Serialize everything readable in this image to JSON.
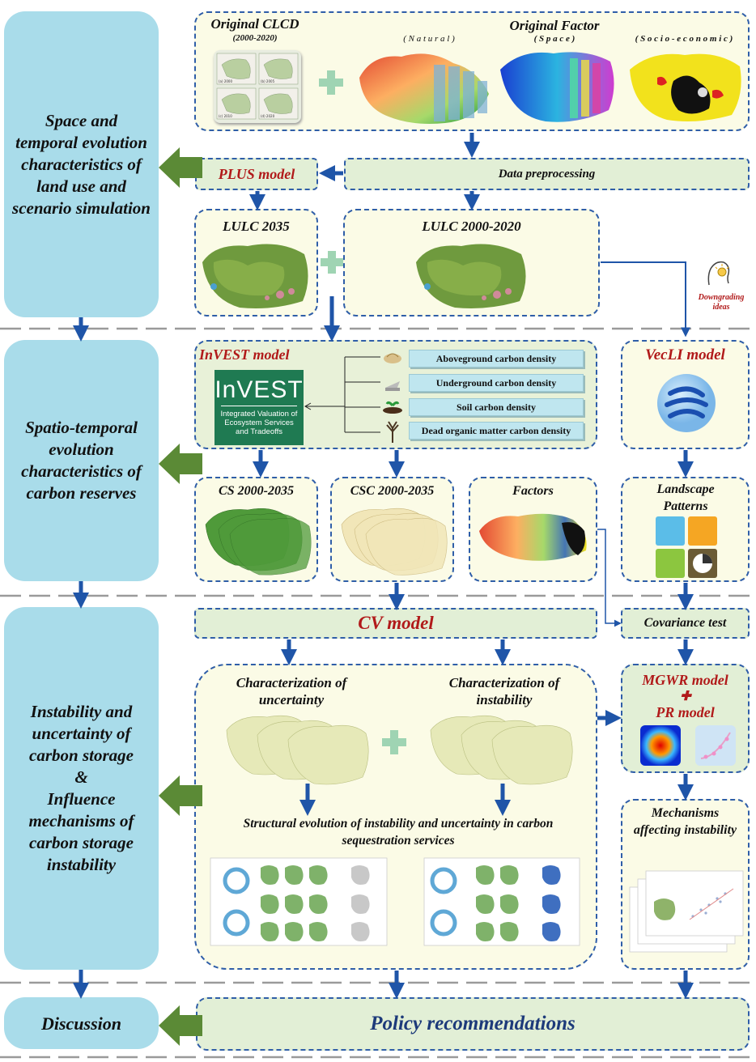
{
  "side_labels": {
    "row1": "Space and temporal evolution characteristics of land use and scenario simulation",
    "row2": "Spatio-temporal evolution characteristics of carbon reserves",
    "row3_line1": "Instability and uncertainty of carbon storage",
    "row3_amp": "&",
    "row3_line2": "Influence mechanisms of carbon storage instability",
    "row4": "Discussion"
  },
  "top": {
    "clcd_title": "Original CLCD",
    "clcd_years": "(2000-2020)",
    "factor_title": "Original Factor",
    "natural": "( N a t u r a l )",
    "space": "( S p a c e )",
    "socio": "( S o c i o - e c o n o m i c )",
    "clcd_tile_labels": [
      "(a) 2000",
      "(b) 2005",
      "(c) 2010",
      "(d) 2020"
    ]
  },
  "row1": {
    "plus_model": "PLUS model",
    "data_preprocessing": "Data preprocessing",
    "lulc_2035": "LULC 2035",
    "lulc_2000_2020": "LULC 2000-2020",
    "downgrading": "Downgrading ideas"
  },
  "row2": {
    "invest_model": "InVEST model",
    "invest_logo_title": "InVEST",
    "invest_logo_sub": "Integrated Valuation of Ecosystem Services and Tradeoffs",
    "pools": [
      "Aboveground carbon density",
      "Underground carbon density",
      "Soil carbon density",
      "Dead organic matter carbon density"
    ],
    "veclI_model": "VecLI model",
    "cs": "CS 2000-2035",
    "csc": "CSC 2000-2035",
    "factors": "Factors",
    "landscape": "Landscape Patterns"
  },
  "row3": {
    "cv_model": "CV model",
    "covariance": "Covariance test",
    "char_uncertainty": "Characterization of uncertainty",
    "char_instability": "Characterization of instability",
    "structural": "Structural evolution of instability and uncertainty in carbon sequestration services",
    "mgwr": "MGWR model",
    "pr": "PR model",
    "mechanisms": "Mechanisms affecting instability"
  },
  "row4": {
    "policy": "Policy recommendations"
  },
  "colors": {
    "side": "#a9dcea",
    "box_border": "#2f5ea8",
    "box_fill": "#fbfbe6",
    "bar_fill": "#e2efd6",
    "arrow_blue": "#1f55a8",
    "arrow_green": "#5b8a36",
    "model_red": "#b11a1a"
  }
}
